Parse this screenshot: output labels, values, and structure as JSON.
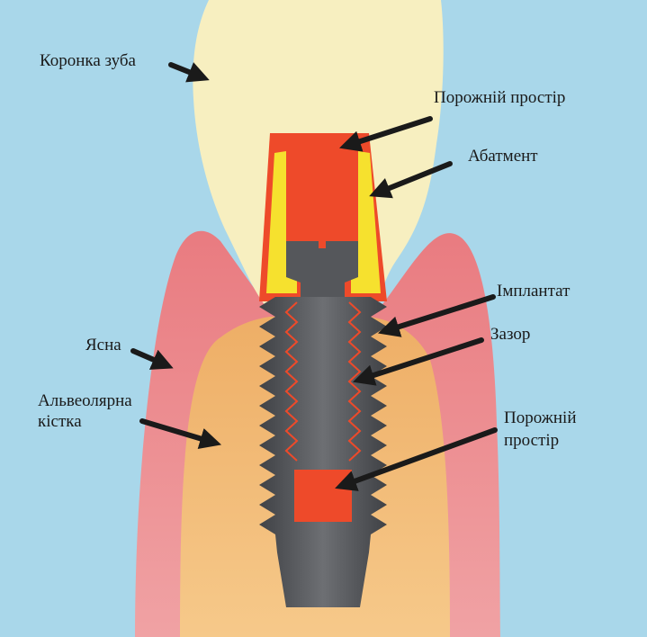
{
  "labels": {
    "crown": "Коронка зуба",
    "empty_space_top": "Порожній простір",
    "abutment": "Абатмент",
    "implant": "Імплантат",
    "gap": "Зазор",
    "gum": "Ясна",
    "bone_line1": "Альвеолярна",
    "bone_line2": "кістка",
    "empty_space_bottom_line1": "Порожній",
    "empty_space_bottom_line2": "простір"
  },
  "colors": {
    "background": "#a9d7ea",
    "crown": "#f7efc0",
    "gum": "#ec8a8e",
    "bone": "#f2b56d",
    "implant": "#5c5e62",
    "abutment_red": "#ee4a2a",
    "abutment_yellow": "#f6e12e",
    "arrow": "#1a1a1a"
  }
}
